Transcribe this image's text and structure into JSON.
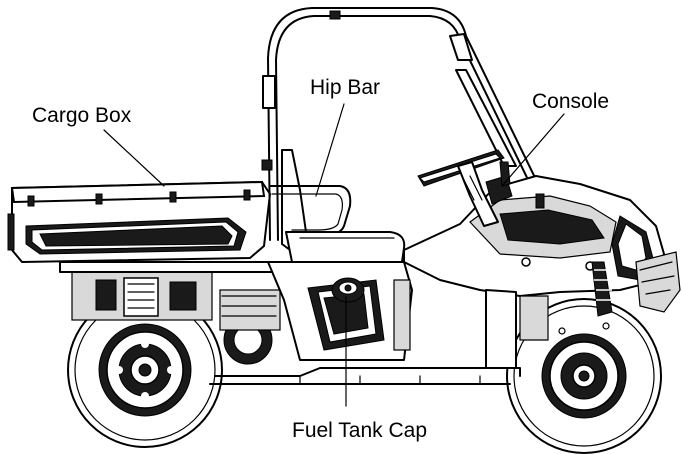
{
  "labels": {
    "cargo_box": "Cargo Box",
    "hip_bar": "Hip Bar",
    "console": "Console",
    "fuel_tank_cap": "Fuel Tank Cap"
  }
}
